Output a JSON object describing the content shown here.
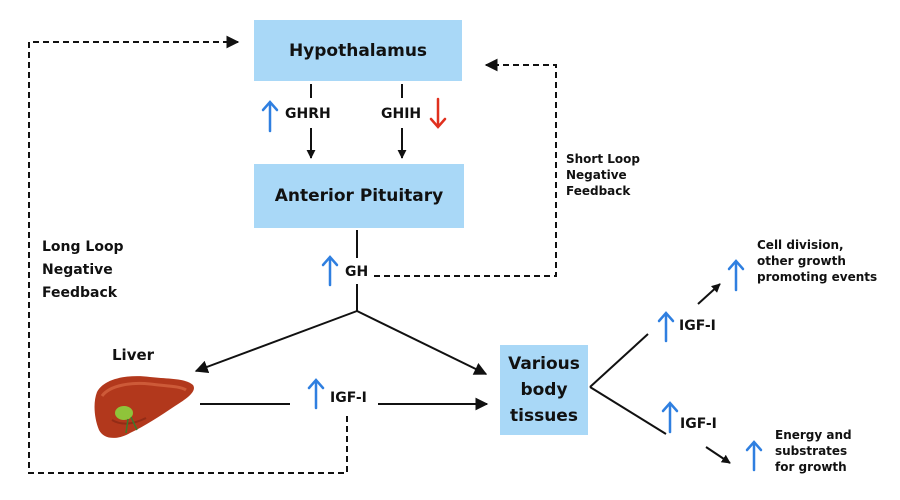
{
  "nodes": {
    "hypothalamus": "Hypothalamus",
    "anterior_pituitary": "Anterior Pituitary",
    "various_body_tissues": [
      "Various",
      "body",
      "tissues"
    ],
    "liver": "Liver"
  },
  "hormones": {
    "ghrh": "GHRH",
    "ghih": "GHIH",
    "gh": "GH",
    "igf1_liver": "IGF-I",
    "igf1_upper": "IGF-I",
    "igf1_lower": "IGF-I"
  },
  "feedback": {
    "short_loop": [
      "Short Loop",
      "Negative",
      "Feedback"
    ],
    "long_loop": [
      "Long Loop",
      "Negative",
      "Feedback"
    ]
  },
  "effects": {
    "cell_division": [
      "Cell division,",
      "other growth",
      "promoting events"
    ],
    "energy": [
      "Energy and",
      "substrates",
      "for growth"
    ]
  },
  "colors": {
    "box_fill": "#a9d8f7",
    "increase_arrow": "#2f7fe0",
    "decrease_arrow": "#e0301e",
    "line": "#111111"
  }
}
